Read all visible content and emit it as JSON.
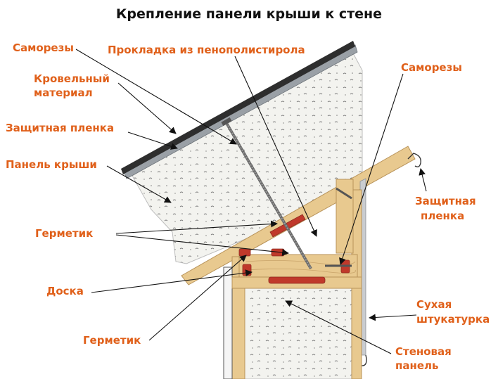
{
  "title": "Крепление панели крыши к стене",
  "labels": {
    "screws_left": "Саморезы",
    "foam_gasket": "Прокладка из пенополистирола",
    "screws_right": "Саморезы",
    "roofing_line1": "Кровельный",
    "roofing_line2": "материал",
    "film_left": "Защитная пленка",
    "roof_panel": "Панель крыши",
    "film_right_line1": "Защитная",
    "film_right_line2": "пленка",
    "sealant_top": "Герметик",
    "board": "Доска",
    "drywall_line1": "Сухая",
    "drywall_line2": "штукатурка",
    "sealant_bottom": "Герметик",
    "wall_panel_line1": "Стеновая",
    "wall_panel_line2": "панель"
  },
  "colors": {
    "label": "#e0601a",
    "title": "#111111",
    "wood": "#e8c98f",
    "wood_edge": "#b8935a",
    "foam": "#f2f2ee",
    "sealant": "#c0392b",
    "roofing": "#2e2e2e",
    "film": "#9aa0a6",
    "arrow": "#111111"
  }
}
